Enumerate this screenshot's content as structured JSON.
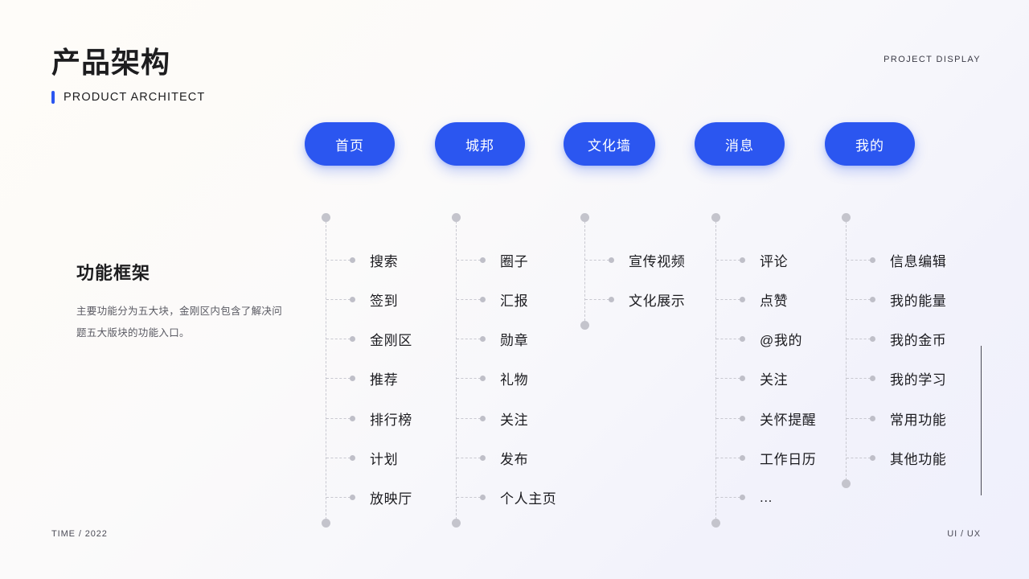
{
  "header": {
    "title": "产品架构",
    "subtitle": "PRODUCT ARCHITECT",
    "right_label": "PROJECT DISPLAY",
    "accent_color": "#2b56f0"
  },
  "left_block": {
    "title": "功能框架",
    "description": "主要功能分为五大块，金刚区内包含了解决问题五大版块的功能入口。"
  },
  "columns": [
    {
      "pill_label": "首页",
      "items": [
        "搜索",
        "签到",
        "金刚区",
        "推荐",
        "排行榜",
        "计划",
        "放映厅"
      ]
    },
    {
      "pill_label": "城邦",
      "items": [
        "圈子",
        "汇报",
        "勋章",
        "礼物",
        "关注",
        "发布",
        "个人主页"
      ]
    },
    {
      "pill_label": "文化墙",
      "items": [
        "宣传视频",
        "文化展示"
      ]
    },
    {
      "pill_label": "消息",
      "items": [
        "评论",
        "点赞",
        "@我的",
        "关注",
        "关怀提醒",
        "工作日历",
        "..."
      ]
    },
    {
      "pill_label": "我的",
      "items": [
        "信息编辑",
        "我的能量",
        "我的金币",
        "我的学习",
        "常用功能",
        "其他功能"
      ]
    }
  ],
  "footer": {
    "left": "TIME / 2022",
    "right": "UI / UX"
  },
  "theme": {
    "pill_blue": "#2b56f0",
    "line_gray": "#c8c8d0",
    "node_gray": "#bfbfc8",
    "text_dark": "#1b1b1f"
  }
}
